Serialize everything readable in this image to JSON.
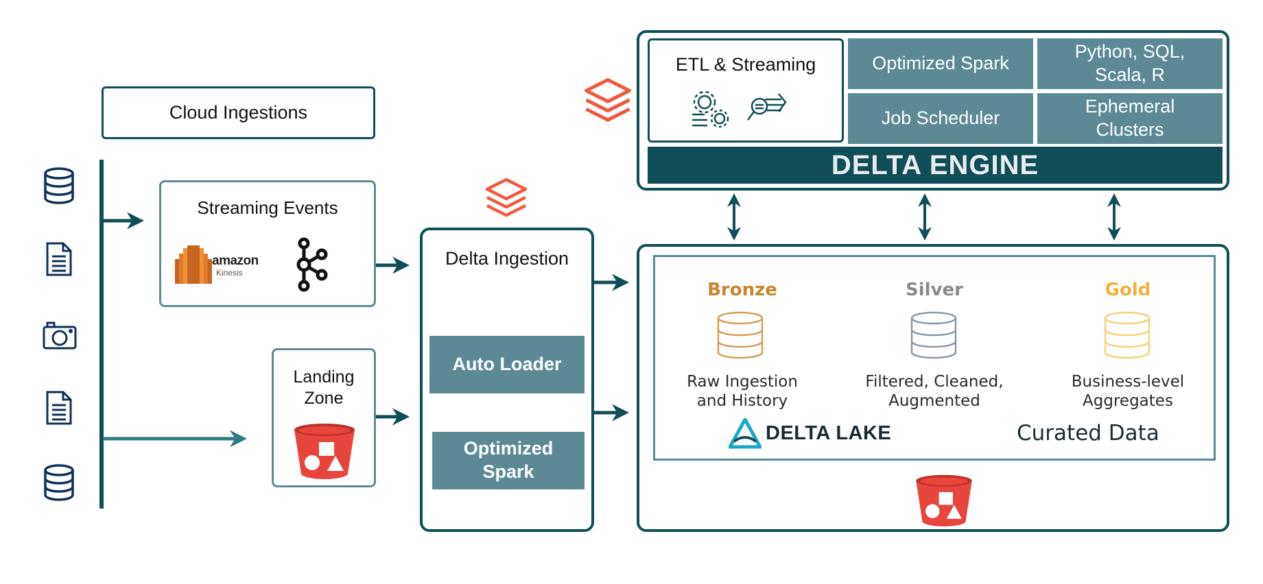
{
  "cloud_ingestions": {
    "label": "Cloud Ingestions"
  },
  "sources": {
    "icons": [
      "database-icon",
      "document-icon",
      "camera-icon",
      "document-icon",
      "database-icon"
    ]
  },
  "streaming_events": {
    "title": "Streaming Events",
    "amazon_logo": "amazon",
    "kinesis_logo": "Kinesis",
    "kafka_icon": "kafka-icon"
  },
  "landing_zone": {
    "title_line1": "Landing",
    "title_line2": "Zone",
    "icon": "s3-bucket-icon"
  },
  "delta_ingestion": {
    "title": "Delta Ingestion",
    "auto_loader": "Auto Loader",
    "optimized_spark_line1": "Optimized",
    "optimized_spark_line2": "Spark"
  },
  "platform": {
    "etl_title": "ETL & Streaming",
    "optimized_spark": "Optimized Spark",
    "languages_line1": "Python, SQL,",
    "languages_line2": "Scala, R",
    "job_scheduler": "Job Scheduler",
    "ephemeral_line1": "Ephemeral",
    "ephemeral_line2": "Clusters",
    "engine": "DELTA ENGINE"
  },
  "lakehouse": {
    "bronze": {
      "title": "Bronze",
      "line1": "Raw Ingestion",
      "line2": "and History",
      "color": "#c8862e"
    },
    "silver": {
      "title": "Silver",
      "line1": "Filtered, Cleaned,",
      "line2": "Augmented",
      "color": "#8a8a8a"
    },
    "gold": {
      "title": "Gold",
      "line1": "Business-level",
      "line2": "Aggregates",
      "color": "#f2b13c"
    },
    "delta_lake_logo": "DELTA LAKE",
    "curated": "Curated Data"
  },
  "colors": {
    "primary": "#0f4d57",
    "accent": "#5b8a94",
    "databricks": "#f05a3c",
    "s3": "#e8453c"
  }
}
